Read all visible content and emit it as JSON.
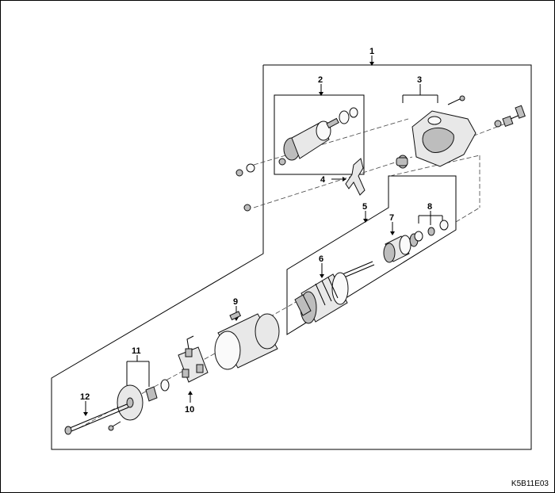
{
  "diagram_code": "K5B11E03",
  "callouts": {
    "c1": "1",
    "c2": "2",
    "c3": "3",
    "c4": "4",
    "c5": "5",
    "c6": "6",
    "c7": "7",
    "c8": "8",
    "c9": "9",
    "c10": "10",
    "c11": "11",
    "c12": "12"
  }
}
